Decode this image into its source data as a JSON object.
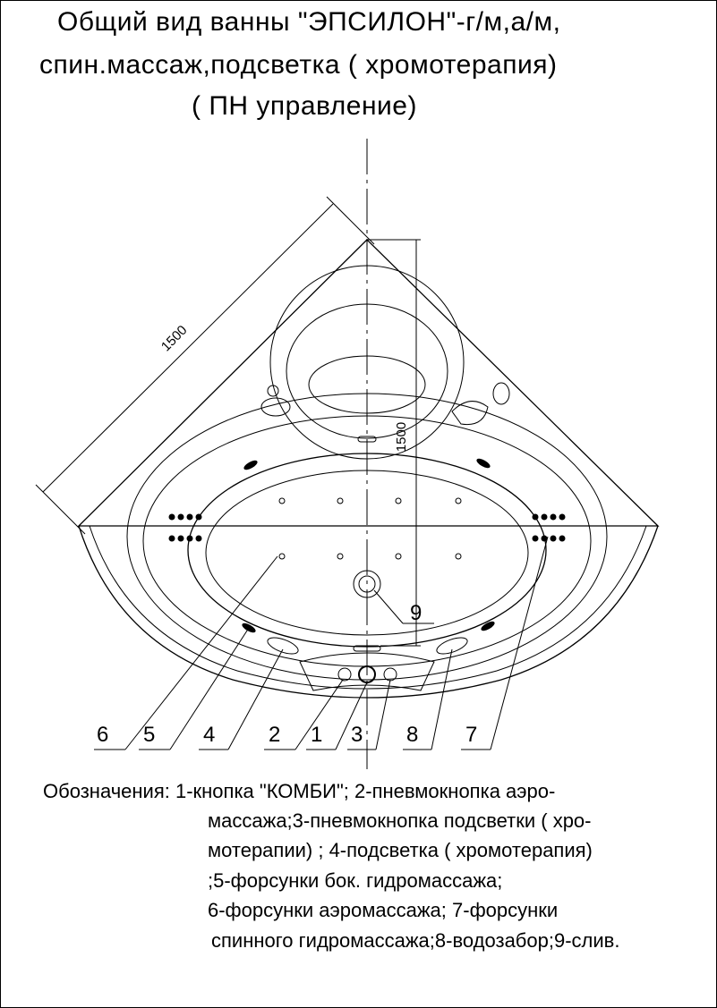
{
  "title": {
    "line1": "Общий вид ванны \"ЭПСИЛОН\"-г/м,а/м,",
    "line2": "спин.массаж,подсветка ( хромотерапия)",
    "line3": "( ПН управление)"
  },
  "dimensions": {
    "diagonal": "1500",
    "vertical": "1500"
  },
  "callouts": [
    "6",
    "5",
    "4",
    "2",
    "1",
    "3",
    "8",
    "7",
    "9"
  ],
  "legend": {
    "line1": "Обозначения: 1-кнопка \"КОМБИ\"; 2-пневмокнопка аэро-",
    "line2": "массажа;3-пневмокнопка подсветки  ( хро-",
    "line3": "мотерапии)   ; 4-подсветка  ( хромотерапия)",
    "line4": ";5-форсунки бок. гидромассажа;",
    "line5": "6-форсунки аэромассажа; 7-форсунки",
    "line6": "спинного гидромассажа;8-водозабор;9-слив."
  }
}
